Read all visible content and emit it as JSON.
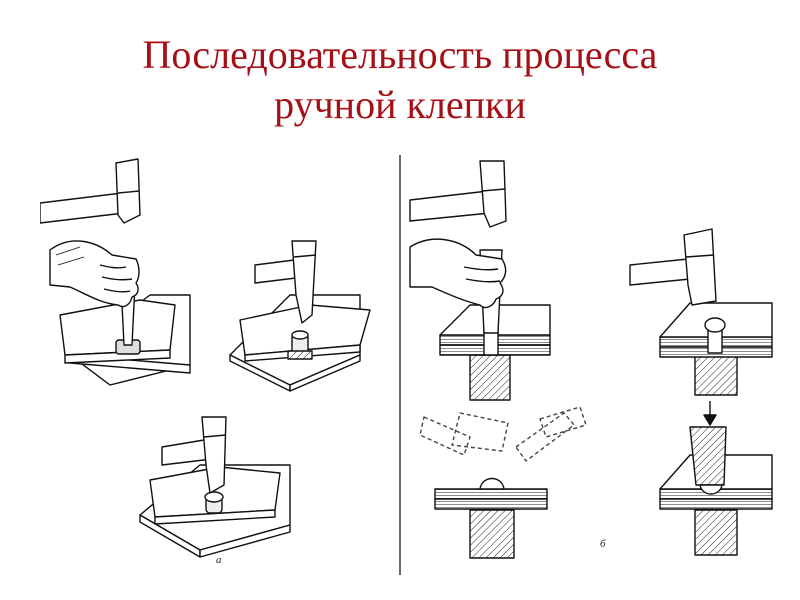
{
  "title": {
    "line1": "Последовательность процесса",
    "line2": "ручной клепки"
  },
  "captions": {
    "left": "а",
    "right": "б"
  }
}
